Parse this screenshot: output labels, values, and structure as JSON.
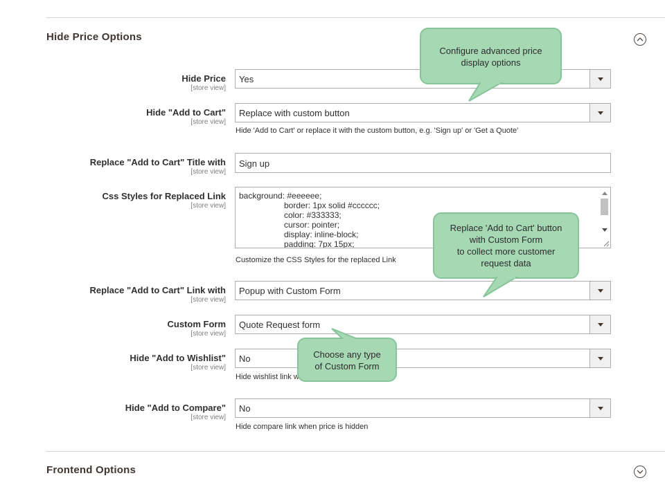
{
  "sections": {
    "hide_price": {
      "title": "Hide Price Options",
      "collapse_icon": "chevron-up-icon"
    },
    "frontend": {
      "title": "Frontend Options",
      "collapse_icon": "chevron-down-icon"
    }
  },
  "fields": {
    "hide_price": {
      "label": "Hide Price",
      "scope": "[store view]",
      "value": "Yes"
    },
    "hide_add_to_cart": {
      "label": "Hide \"Add to Cart\"",
      "scope": "[store view]",
      "value": "Replace with custom button",
      "note": "Hide 'Add to Cart' or replace it with the custom button, e.g. 'Sign up' or 'Get a Quote'"
    },
    "replace_title": {
      "label": "Replace \"Add to Cart\" Title with",
      "scope": "[store view]",
      "value": "Sign up"
    },
    "css_styles": {
      "label": "Css Styles for Replaced Link",
      "scope": "[store view]",
      "lines": [
        "background: #eeeeee;",
        "border: 1px solid #cccccc;",
        "color: #333333;",
        "cursor: pointer;",
        "display: inline-block;",
        "padding: 7px 15px;"
      ],
      "note": "Customize the CSS Styles for the replaced Link"
    },
    "replace_link": {
      "label": "Replace \"Add to Cart\" Link with",
      "scope": "[store view]",
      "value": "Popup with Custom Form"
    },
    "custom_form": {
      "label": "Custom Form",
      "scope": "[store view]",
      "value": "Quote Request form"
    },
    "hide_wishlist": {
      "label": "Hide \"Add to Wishlist\"",
      "scope": "[store view]",
      "value": "No",
      "note": "Hide wishlist link w"
    },
    "hide_compare": {
      "label": "Hide \"Add to Compare\"",
      "scope": "[store view]",
      "value": "No",
      "note": "Hide compare link when price is hidden"
    }
  },
  "callouts": {
    "advanced": [
      "Configure advanced price",
      "display options"
    ],
    "replace": [
      "Replace 'Add to Cart' button",
      "with Custom Form",
      "to collect more customer",
      "request data"
    ],
    "custom_form": [
      "Choose any type",
      "of Custom Form"
    ]
  },
  "colors": {
    "callout_fill": "#a6d8b4",
    "callout_border": "#86c49a",
    "border": "#adadad"
  }
}
